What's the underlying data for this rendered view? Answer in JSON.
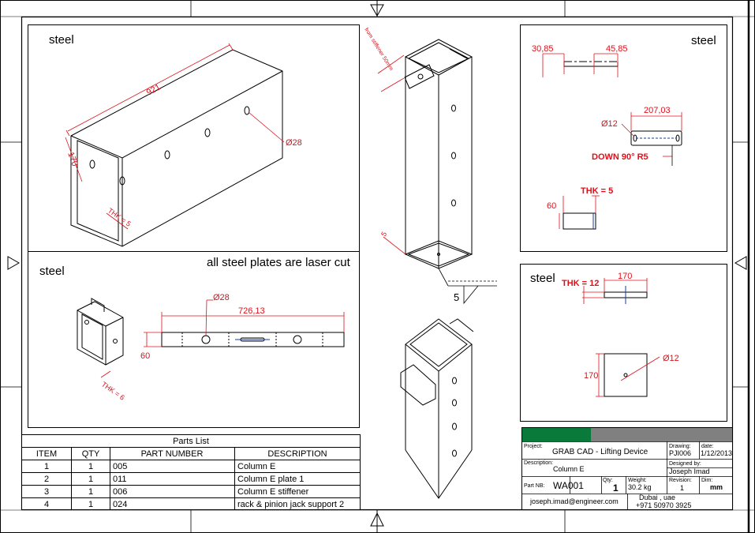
{
  "views": {
    "tube_material": "steel",
    "plate_material": "steel",
    "stiffener_material": "steel",
    "square_plate_material": "steel",
    "note": "all steel plates are laser cut"
  },
  "dims": {
    "tube_length": "921",
    "tube_height": "170",
    "tube_hole": "Ø28",
    "tube_thk": "THK = 5",
    "stiffener_note": "from stiffener 50mm",
    "weld_size": "5",
    "weld_symbol": "5",
    "plate_hole": "Ø28",
    "plate_length": "726,13",
    "plate_height": "60",
    "plate_thk": "THK = 6",
    "stiff_left": "30,85",
    "stiff_right": "45,85",
    "stiff_length": "207,03",
    "stiff_hole": "Ø12",
    "stiff_bend": "DOWN 90° R5",
    "stiff_thk": "THK = 5",
    "stiff_height": "60",
    "sq_thk": "THK = 12",
    "sq_width": "170",
    "sq_height": "170",
    "sq_hole": "Ø12"
  },
  "parts_list": {
    "title": "Parts List",
    "headers": [
      "ITEM",
      "QTY",
      "PART NUMBER",
      "DESCRIPTION"
    ],
    "rows": [
      [
        "1",
        "1",
        "005",
        "Column E"
      ],
      [
        "2",
        "1",
        "011",
        "Column E plate 1"
      ],
      [
        "3",
        "1",
        "006",
        "Column E stiffener"
      ],
      [
        "4",
        "1",
        "024",
        "rack & pinion jack support 2"
      ]
    ]
  },
  "title_block": {
    "project_label": "Project:",
    "project": "GRAB CAD - Lifting Device",
    "drawing_label": "Drawing:",
    "drawing": "PJI006",
    "date_label": "date:",
    "date": "1/12/2013",
    "description_label": "Description:",
    "description": "Column E",
    "designed_label": "Designed by:",
    "designed": "Joseph Imad",
    "partno_label": "Part NB:",
    "partno": "WA001",
    "qty_label": "Qty:",
    "qty": "1",
    "weight_label": "Weight:",
    "weight": "30.2 kg",
    "revision_label": "Revision:",
    "revision": "1",
    "dim_label": "Dim:",
    "dim": "mm",
    "email": "joseph.imad@engineer.com",
    "location": "Dubai , uae",
    "phone": "+971 50970 3925",
    "accent_green": "#0a7a3a",
    "accent_gray": "#808080"
  },
  "colors": {
    "dimension": "#e0101a",
    "line": "#000000"
  }
}
